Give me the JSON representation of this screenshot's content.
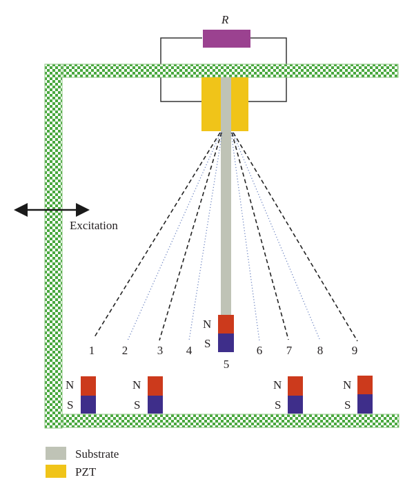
{
  "diagram": {
    "resistor_label": "R",
    "excitation_label": "Excitation",
    "pole_north": "N",
    "pole_south": "S",
    "positions": [
      "1",
      "2",
      "3",
      "4",
      "5",
      "6",
      "7",
      "8",
      "9"
    ],
    "position_line_styles": [
      "dashed",
      "dotted",
      "dashed",
      "dotted",
      "none",
      "dotted",
      "dashed",
      "dotted",
      "dashed"
    ],
    "tip_magnet_position": "5",
    "base_magnet_count": 4
  },
  "legend": [
    {
      "label": "Substrate",
      "color": "#bfc3b6"
    },
    {
      "label": "PZT",
      "color": "#f0c419"
    }
  ],
  "colors": {
    "frame_green": "#4aa83f",
    "resistor": "#9b4290",
    "pzt": "#f0c419",
    "substrate": "#bfc3b6",
    "north": "#cc3a1c",
    "south": "#3e2e8a",
    "dashed_line": "#222222",
    "dotted_line": "#6a82c0"
  }
}
